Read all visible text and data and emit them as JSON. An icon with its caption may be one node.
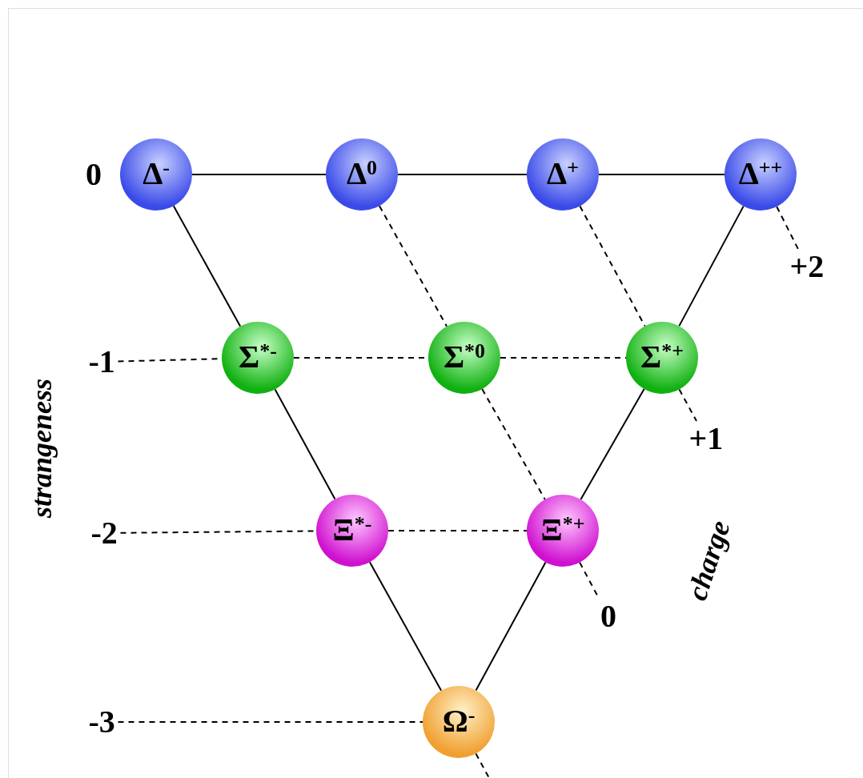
{
  "diagram": {
    "nodes": [
      {
        "text": [
          "Δ$^{-}$"
        ]
      },
      {
        "text": [
          "Δ$^{0}$"
        ]
      },
      {
        "text": [
          "Δ$^{+}$"
        ]
      },
      {
        "text": [
          "Δ$^{++}$"
        ]
      },
      {
        "text": [
          "+2"
        ]
      },
      {
        "text": [
          "-1"
        ]
      },
      {
        "text": [
          "Σ$^{*-}$"
        ]
      },
      {
        "text": [
          "Σ$^{*0}$"
        ]
      },
      {
        "text": [
          "Σ$^{*+}$"
        ]
      },
      {
        "text": [
          "+1"
        ]
      },
      {
        "text": [
          "-2"
        ]
      },
      {
        "text": [
          "Ξ$^{*-}$"
        ]
      },
      {
        "text": [
          "Ξ$^{*+}$"
        ]
      },
      {
        "text": [
          "0"
        ]
      },
      {
        "text": [
          "-3"
        ]
      },
      {
        "text": [
          "Ω$^{-}$"
        ]
      }
    ],
    "edges": [
      {
        "from": 0,
        "to": 1,
        "arrow": "none"
      },
      {
        "from": 1,
        "to": 2,
        "arrow": "none"
      },
      {
        "from": 2,
        "to": 3,
        "arrow": "none"
      },
      {
        "from": 0,
        "to": 6,
        "arrow": "none"
      },
      {
        "from": 6,
        "to": 11,
        "arrow": "none"
      },
      {
        "from": 11,
        "to": 15,
        "arrow": "none"
      },
      {
        "from": 3,
        "to": 8,
        "arrow": "none"
      },
      {
        "from": 8,
        "to": 12,
        "arrow": "none"
      },
      {
        "from": 12,
        "to": 15,
        "arrow": "none"
      },
      {
        "from": 5,
        "to": 6,
        "arrow": "none",
        "style": "dashed"
      },
      {
        "from": 6,
        "to": 7,
        "arrow": "none",
        "style": "dashed"
      },
      {
        "from": 7,
        "to": 8,
        "arrow": "none",
        "style": "dashed"
      },
      {
        "from": 10,
        "to": 11,
        "arrow": "none",
        "style": "dashed"
      },
      {
        "from": 11,
        "to": 12,
        "arrow": "none",
        "style": "dashed"
      },
      {
        "from": 14,
        "to": 15,
        "arrow": "none",
        "style": "dashed"
      },
      {
        "from": 1,
        "to": 7,
        "arrow": "none",
        "style": "dashed"
      },
      {
        "from": 7,
        "to": 12,
        "arrow": "none",
        "style": "dashed"
      },
      {
        "from": 12,
        "to": 13,
        "arrow": "none",
        "style": "dashed"
      },
      {
        "from": 2,
        "to": 8,
        "arrow": "none",
        "style": "dashed"
      },
      {
        "from": 8,
        "to": 9,
        "arrow": "none",
        "style": "dashed"
      },
      {
        "from": 3,
        "to": 4,
        "arrow": "none",
        "style": "dashed"
      },
      {
        "from": 15,
        "to": null,
        "arrow": "none",
        "style": "dashed"
      }
    ],
    "labels": [
      "0",
      "strangeness",
      "charge"
    ]
  }
}
